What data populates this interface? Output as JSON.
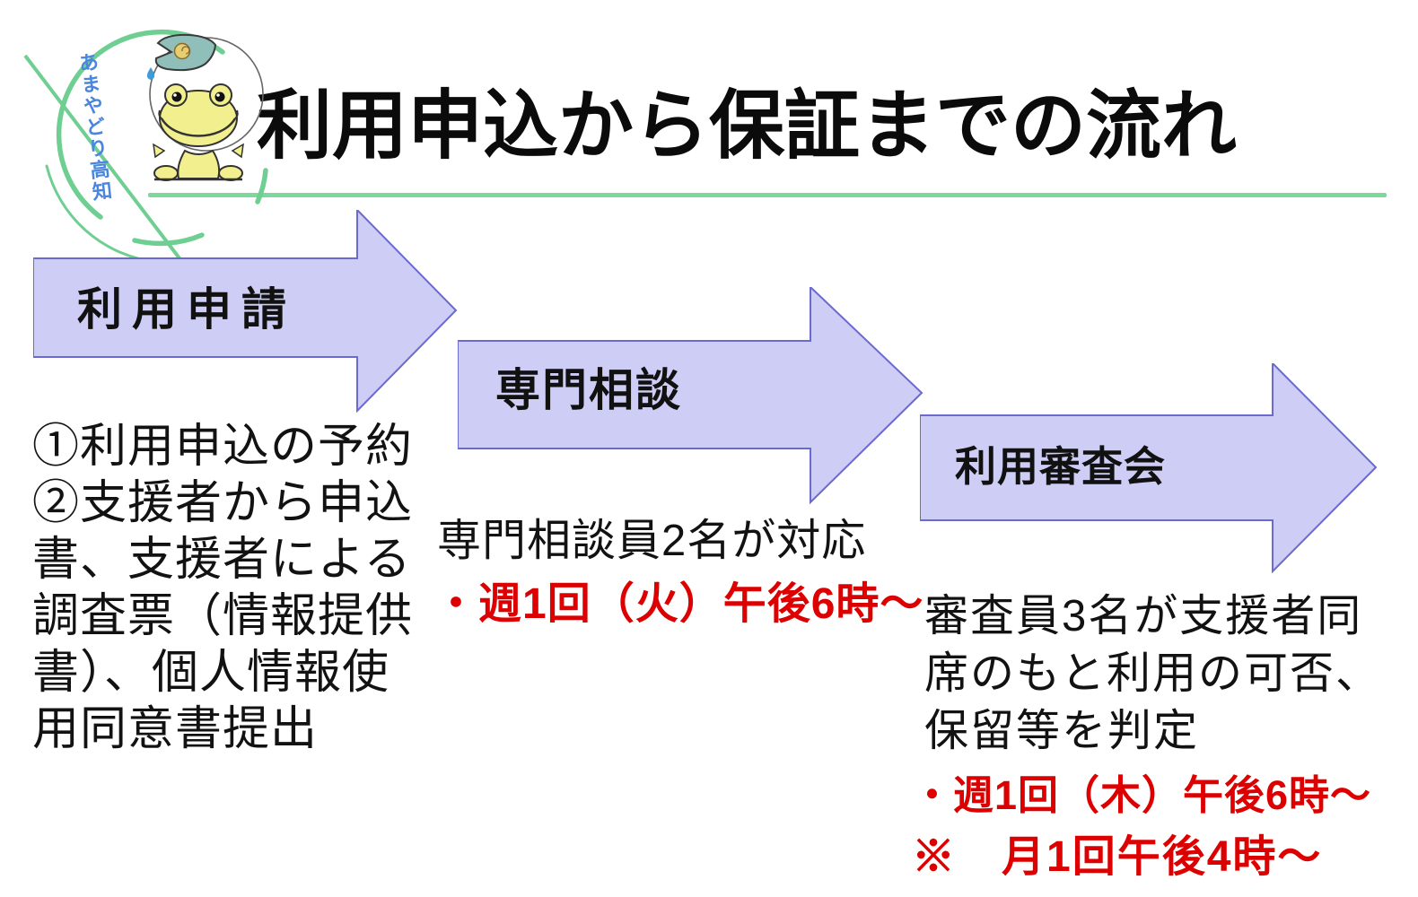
{
  "slide": {
    "title": "利用申込から保証までの流れ",
    "logo": {
      "text": "あまやどり高知"
    },
    "steps": [
      {
        "label": "利用申請",
        "description": "①利用申込の予約\n②支援者から申込\n書、支援者による\n調査票（情報提供\n書）、個人情報使\n用同意書提出"
      },
      {
        "label": "専門相談",
        "description": "専門相談員2名が対応",
        "schedule": "・週1回（火）午後6時～"
      },
      {
        "label": "利用審査会",
        "description": "審査員3名が支援者同\n席のもと利用の可否、\n保留等を判定",
        "schedule": "・週1回（木）午後6時～",
        "note": "※　月1回午後4時～"
      }
    ],
    "colors": {
      "arrow_fill": "#cdcdf5",
      "arrow_border": "#6a6ad0",
      "green_accent": "#7cd89d",
      "red_text": "#dd0000",
      "logo_blue": "#4a86dd"
    }
  }
}
